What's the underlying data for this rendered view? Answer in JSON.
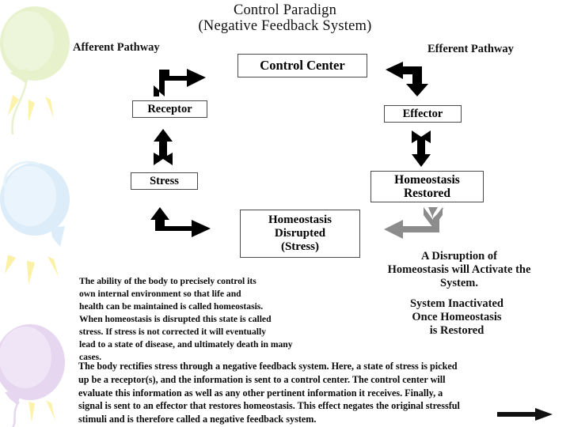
{
  "slide": {
    "background_color": "#ffffff",
    "title_lines": [
      "Control Paradign",
      "(Negative Feedback System)"
    ]
  },
  "labels": {
    "afferent_pathway": "Afferent Pathway",
    "efferent_pathway": "Efferent Pathway"
  },
  "boxes": {
    "control_center": "Control Center",
    "receptor": "Receptor",
    "effector": "Effector",
    "stress": "Stress",
    "homeostasis_restored_line1": "Homeostasis",
    "homeostasis_restored_line2": "Restored",
    "homeostasis_disrupted_line1": "Homeostasis",
    "homeostasis_disrupted_line2": "Disrupted",
    "homeostasis_disrupted_line3": "(Stress)"
  },
  "arrows": {
    "afferent_corner": "arrow-up-then-right-icon",
    "efferent_corner": "arrow-left-then-down-icon",
    "receptor_up": "arrow-up-icon",
    "effector_down": "arrow-down-icon",
    "stress_corner": "arrow-left-then-up-icon",
    "restored_corner": "arrow-down-then-left-icon",
    "nav_next": "arrow-right-icon",
    "black_color": "#000000",
    "gray_color": "#8a8a8a"
  },
  "notes": {
    "disruption_activates": "A Disruption of\nHomeostasis will Activate the\nSystem.",
    "system_inactivated": "System Inactivated\nOnce Homeostasis\nis Restored"
  },
  "paragraphs": {
    "homeostasis_definition": "The ability of the body to precisely control its\nown internal environment so that life and\nhealth can be maintained is called homeostasis.\nWhen homeostasis is disrupted this state is called\nstress.  If stress is not corrected it will eventually\nlead to a state of disease, and ultimately death in many\ncases.",
    "negative_feedback_explanation": "The body rectifies stress through a negative feedback system.  Here, a state of stress is picked\nup be a receptor(s), and the information is sent to a control center.  The control center will\nevaluate this information as well as any other pertinent information it receives.  Finally, a\nsignal is sent to an effector that restores homeostasis. This effect negates the original stressful\nstimuli and is therefore called a negative feedback system."
  },
  "decoration": {
    "balloon_green": "#e4f0c8",
    "balloon_blue": "#d8eaf8",
    "balloon_purple": "#e9d9f2",
    "ray_yellow": "#fdf3b0"
  }
}
